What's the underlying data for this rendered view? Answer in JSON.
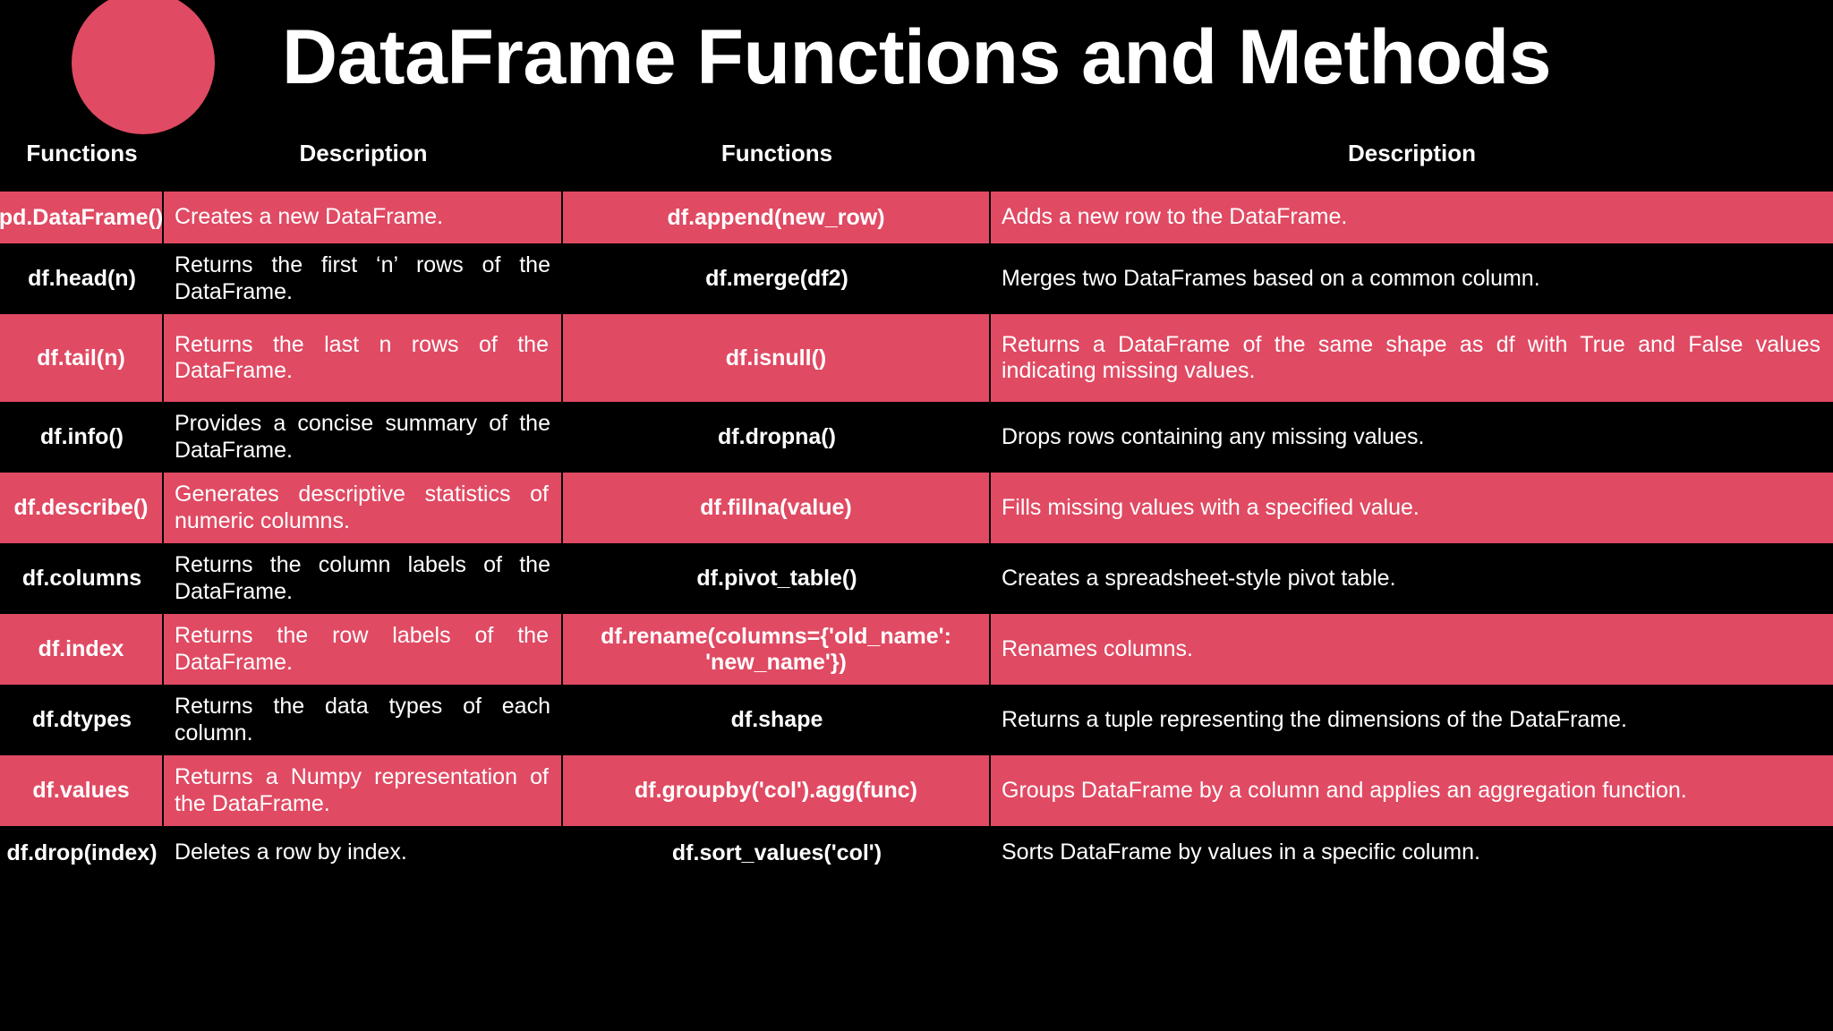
{
  "page": {
    "title": "DataFrame Functions and Methods",
    "background_color": "#000000",
    "accent_color": "#E04A63",
    "text_color": "#FFFFFF"
  },
  "decor": {
    "circle_name": "pink-circle-decoration"
  },
  "headers": {
    "left_functions": "Functions",
    "left_description": "Description",
    "right_functions": "Functions",
    "right_description": "Description"
  },
  "table": {
    "columns": [
      "Functions",
      "Description",
      "Functions",
      "Description"
    ],
    "rows": [
      {
        "highlight": true,
        "height": "h-1",
        "left_fn": "pd.DataFrame()",
        "left_desc": "Creates a new DataFrame.",
        "right_fn": "df.append(new_row)",
        "right_desc": "Adds a new row to the DataFrame."
      },
      {
        "highlight": false,
        "height": "h-2",
        "left_fn": "df.head(n)",
        "left_desc": "Returns the first ‘n’ rows of the DataFrame.",
        "right_fn": "df.merge(df2)",
        "right_desc": "Merges two DataFrames based on a common column."
      },
      {
        "highlight": true,
        "height": "h-3",
        "left_fn": "df.tail(n)",
        "left_desc": "Returns the last n rows of the DataFrame.",
        "right_fn": "df.isnull()",
        "right_desc": "Returns a DataFrame of the same shape as df with True and False values indicating missing values."
      },
      {
        "highlight": false,
        "height": "h-2",
        "left_fn": "df.info()",
        "left_desc": "Provides a concise summary of the DataFrame.",
        "right_fn": "df.dropna()",
        "right_desc": "Drops rows containing any missing values."
      },
      {
        "highlight": true,
        "height": "h-2",
        "left_fn": "df.describe()",
        "left_desc": "Generates descriptive statistics of numeric columns.",
        "right_fn": "df.fillna(value)",
        "right_desc": "Fills missing values with a specified value."
      },
      {
        "highlight": false,
        "height": "h-1",
        "left_fn": "df.columns",
        "left_desc": "Returns the column labels of the DataFrame.",
        "right_fn": "df.pivot_table()",
        "right_desc": "Creates a spreadsheet-style pivot table."
      },
      {
        "highlight": true,
        "height": "h-2",
        "left_fn": "df.index",
        "left_desc": "Returns the row labels of the DataFrame.",
        "right_fn": "df.rename(columns={'old_name': 'new_name'})",
        "right_desc": "Renames columns."
      },
      {
        "highlight": false,
        "height": "h-2",
        "left_fn": "df.dtypes",
        "left_desc": "Returns the data types of each column.",
        "right_fn": "df.shape",
        "right_desc": "Returns a tuple representing the dimensions of the DataFrame."
      },
      {
        "highlight": true,
        "height": "h-2",
        "left_fn": "df.values",
        "left_desc": "Returns a Numpy representation of the DataFrame.",
        "right_fn": "df.groupby('col').agg(func)",
        "right_desc": "Groups DataFrame by a column and applies an aggregation function."
      },
      {
        "highlight": false,
        "height": "h-2",
        "left_fn": "df.drop(index)",
        "left_desc": "Deletes a row by index.",
        "right_fn": "df.sort_values('col')",
        "right_desc": "Sorts DataFrame by values in a specific column."
      }
    ]
  }
}
